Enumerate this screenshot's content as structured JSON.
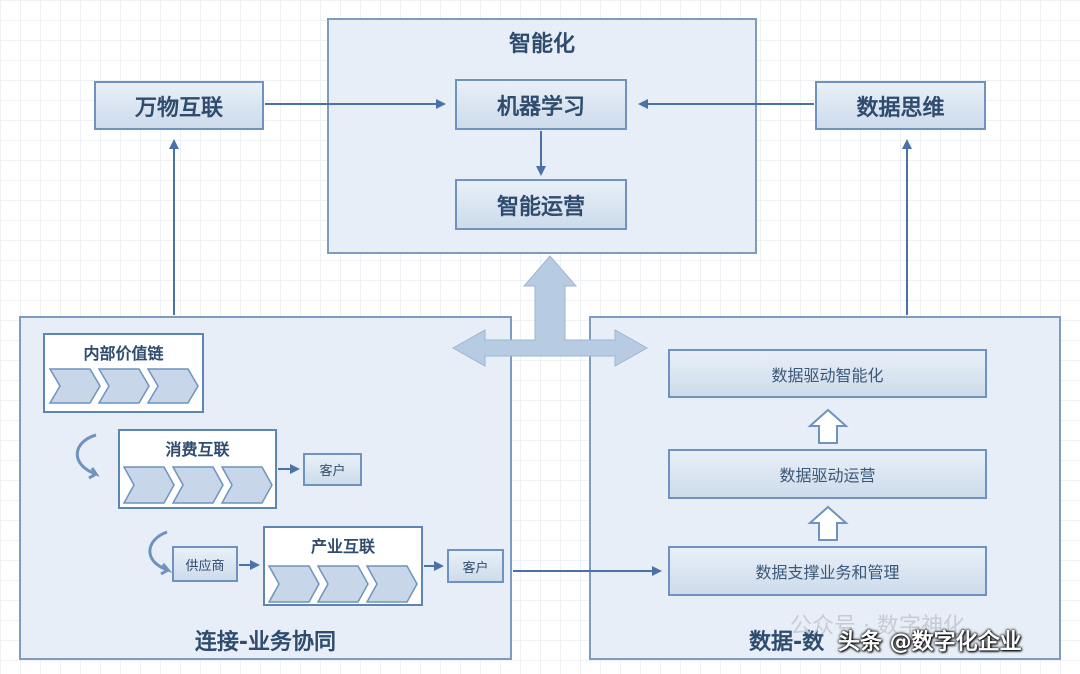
{
  "top_panel": {
    "title": "智能化",
    "machine_learning": "机器学习",
    "smart_operation": "智能运营"
  },
  "iot": "万物互联",
  "data_thinking": "数据思维",
  "left_panel": {
    "title": "连接-业务协同",
    "internal_value_chain": "内部价值链",
    "consumer_internet": "消费互联",
    "customer_1": "客户",
    "supplier": "供应商",
    "industrial_internet": "产业互联",
    "customer_2": "客户"
  },
  "right_panel": {
    "title": "数据-数",
    "data_driven_intelligence": "数据驱动智能化",
    "data_driven_operation": "数据驱动运营",
    "data_support": "数据支撑业务和管理"
  },
  "watermark": {
    "wechat": "公众号 · 数字神化",
    "toutiao": "头条 @数字化企业"
  },
  "colors": {
    "border": "#6f93bf",
    "arrow": "#4a72a8",
    "big_arrow": "#b7cce3",
    "panel_bg": "#e7eef7",
    "text": "#2f4c6f"
  }
}
